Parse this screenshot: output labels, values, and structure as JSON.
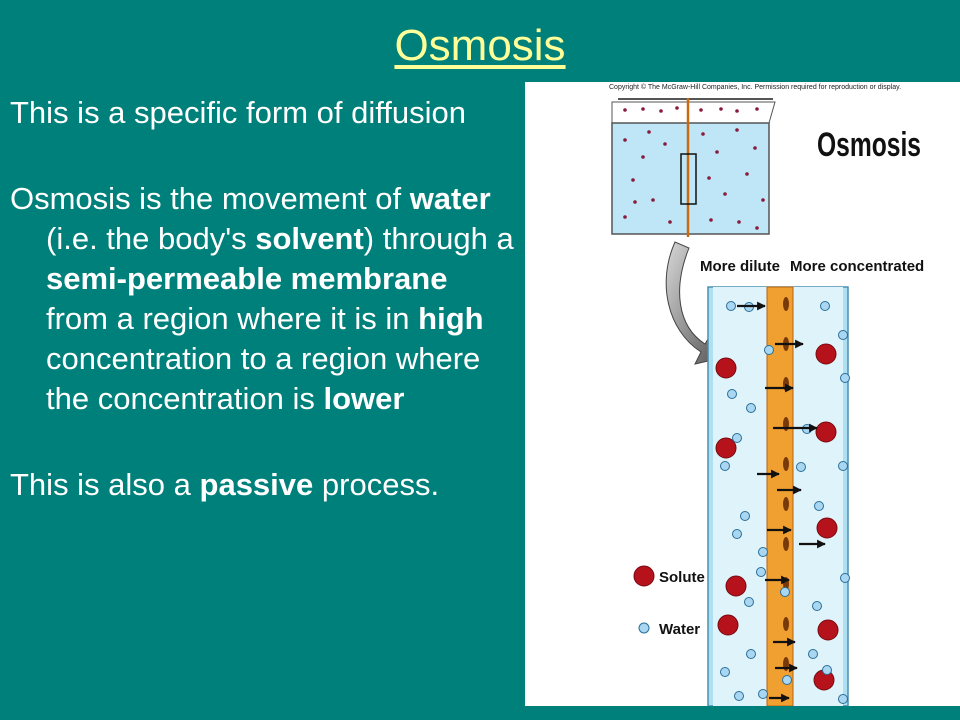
{
  "slide": {
    "title": "Osmosis",
    "title_color": "#ffff99",
    "background_color": "#00807a"
  },
  "bullets": [
    {
      "segments": [
        {
          "text": "This is a specific form of diffusion",
          "bold": false
        }
      ]
    },
    {
      "segments": [
        {
          "text": "Osmosis is the movement of ",
          "bold": false
        },
        {
          "text": "water",
          "bold": true
        },
        {
          "text": " (i.e. the body's ",
          "bold": false
        },
        {
          "text": "solvent",
          "bold": true
        },
        {
          "text": ") through a ",
          "bold": false
        },
        {
          "text": "semi-permeable membrane",
          "bold": true
        },
        {
          "text": " from a region where it is in ",
          "bold": false
        },
        {
          "text": "high",
          "bold": true
        },
        {
          "text": " concentration to a region where the concentration is ",
          "bold": false
        },
        {
          "text": "lower",
          "bold": true
        }
      ]
    },
    {
      "segments": [
        {
          "text": "This is also a ",
          "bold": false
        },
        {
          "text": "passive",
          "bold": true
        },
        {
          "text": " process.",
          "bold": false
        }
      ]
    }
  ],
  "figure": {
    "copyright": "Copyright © The McGraw-Hill Companies, Inc. Permission required for reproduction or display.",
    "heading": "Osmosis",
    "left_label": "More dilute",
    "right_label": "More concentrated",
    "legend": [
      {
        "label": "Solute",
        "icon": "solute-icon",
        "color": "#b5121b"
      },
      {
        "label": "Water",
        "icon": "water-icon",
        "color": "#a9d6f0"
      }
    ],
    "membrane_color": "#f0a030",
    "tank_water_color": "#aee0f4"
  }
}
